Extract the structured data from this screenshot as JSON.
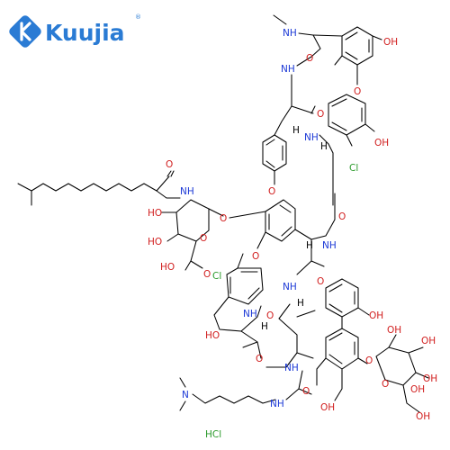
{
  "logo": {
    "brand_text": "Kuujia",
    "registered_mark": "®"
  },
  "molecule": {
    "salt_label": "HCl",
    "atom_labels": [
      {
        "id": "nh-methyl",
        "text": "NH",
        "color": "blue"
      },
      {
        "id": "oh-ring-a-top",
        "text": "OH",
        "color": "red"
      },
      {
        "id": "nh-1",
        "text": "NH",
        "color": "blue"
      },
      {
        "id": "o-amide-1",
        "text": "O",
        "color": "red"
      },
      {
        "id": "o-ether-1",
        "text": "O",
        "color": "red"
      },
      {
        "id": "h-1",
        "text": "H",
        "color": "black"
      },
      {
        "id": "o-carbonyl-2",
        "text": "O",
        "color": "red"
      },
      {
        "id": "nh-2",
        "text": "NH",
        "color": "blue"
      },
      {
        "id": "h-2",
        "text": "H",
        "color": "black"
      },
      {
        "id": "oh-ring-a-bottom",
        "text": "OH",
        "color": "red"
      },
      {
        "id": "cl-1",
        "text": "Cl",
        "color": "green"
      },
      {
        "id": "o-ketone-lipid",
        "text": "O",
        "color": "red"
      },
      {
        "id": "o-ether-2",
        "text": "O",
        "color": "red"
      },
      {
        "id": "nh-lipid",
        "text": "NH",
        "color": "blue"
      },
      {
        "id": "ho-sugar-1",
        "text": "HO",
        "color": "red"
      },
      {
        "id": "o-glyco",
        "text": "O",
        "color": "red"
      },
      {
        "id": "o-carbonyl-3",
        "text": "O",
        "color": "red"
      },
      {
        "id": "ho-sugar-2",
        "text": "HO",
        "color": "red"
      },
      {
        "id": "o-ring-sugar",
        "text": "O",
        "color": "red"
      },
      {
        "id": "nh-3",
        "text": "NH",
        "color": "blue"
      },
      {
        "id": "o-ether-3",
        "text": "O",
        "color": "red"
      },
      {
        "id": "h-3",
        "text": "H",
        "color": "black"
      },
      {
        "id": "ho-acid",
        "text": "HO",
        "color": "red"
      },
      {
        "id": "o-acid",
        "text": "O",
        "color": "red"
      },
      {
        "id": "cl-2",
        "text": "Cl",
        "color": "green"
      },
      {
        "id": "o-carbonyl-4",
        "text": "O",
        "color": "red"
      },
      {
        "id": "nh-4",
        "text": "NH",
        "color": "blue"
      },
      {
        "id": "h-4",
        "text": "H",
        "color": "black"
      },
      {
        "id": "o-carbonyl-5",
        "text": "O",
        "color": "red"
      },
      {
        "id": "nh-5",
        "text": "NH",
        "color": "blue"
      },
      {
        "id": "oh-ring-c",
        "text": "OH",
        "color": "red"
      },
      {
        "id": "ho-benzylic",
        "text": "HO",
        "color": "red"
      },
      {
        "id": "h-5",
        "text": "H",
        "color": "black"
      },
      {
        "id": "oh-man-1",
        "text": "OH",
        "color": "red"
      },
      {
        "id": "oh-man-2",
        "text": "OH",
        "color": "red"
      },
      {
        "id": "o-carbonyl-6",
        "text": "O",
        "color": "red"
      },
      {
        "id": "nh-6",
        "text": "NH",
        "color": "blue"
      },
      {
        "id": "o-man-link",
        "text": "O",
        "color": "red"
      },
      {
        "id": "o-man-ring",
        "text": "O",
        "color": "red"
      },
      {
        "id": "oh-man-3",
        "text": "OH",
        "color": "red"
      },
      {
        "id": "n-dimethyl",
        "text": "N",
        "color": "blue"
      },
      {
        "id": "o-amide-6",
        "text": "O",
        "color": "red"
      },
      {
        "id": "nh-amide",
        "text": "NH",
        "color": "blue"
      },
      {
        "id": "oh-ring-d",
        "text": "OH",
        "color": "red"
      },
      {
        "id": "oh-man-4",
        "text": "OH",
        "color": "red"
      },
      {
        "id": "oh-man-5",
        "text": "OH",
        "color": "red"
      }
    ]
  }
}
